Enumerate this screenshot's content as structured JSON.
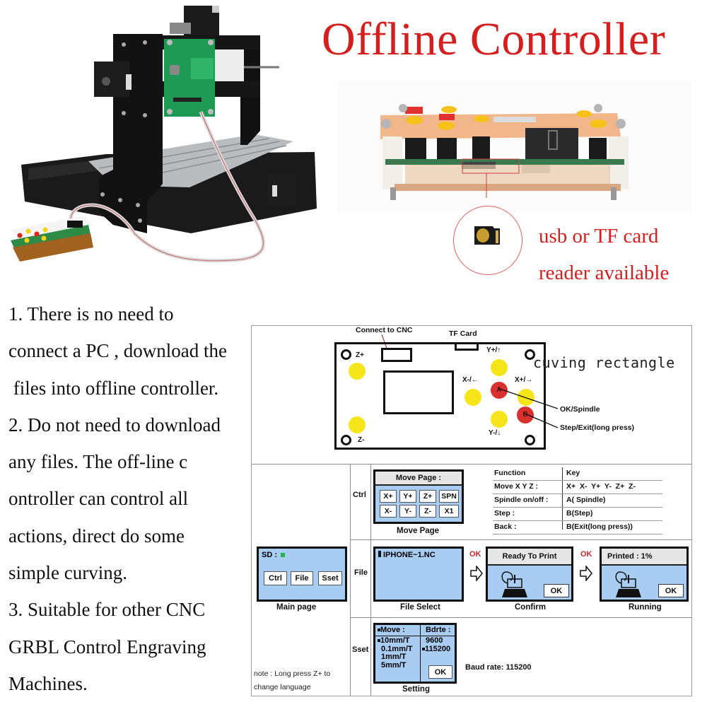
{
  "header": {
    "title": "Offline Controller"
  },
  "photos": {
    "cnc_machine": "cnc-engraving-machine-photo",
    "controller": "offline-controller-side-photo",
    "tf_card": "micro-sd-card"
  },
  "tf_callout": {
    "line1": "usb or TF card",
    "line2": "reader available"
  },
  "features": {
    "lines": [
      "1. There is no need to",
      "connect a PC , download the",
      " files into offline controller.",
      "2. Do not need to download",
      "any files. The off-line c",
      "ontroller can control all",
      "actions, direct do some",
      "simple curving.",
      "3. Suitable for other CNC",
      "GRBL Control Engraving",
      "Machines."
    ]
  },
  "board": {
    "connect_label": "Connect to CNC",
    "tf_label": "TF Card",
    "overlay_text": "cuving rectangle",
    "buttons": {
      "z_plus": "Z+",
      "z_minus": "Z-",
      "y_plus": "Y+/↑",
      "y_minus": "Y-/↓",
      "x_minus": "X-/←",
      "x_plus": "X+/→",
      "a": "A",
      "b": "B"
    },
    "annotations": {
      "a": "OK/Spindle",
      "b": "Step/Exit(long press)"
    },
    "colors": {
      "direction_button": "#f5e51a",
      "action_button": "#d93030"
    }
  },
  "flow": {
    "main_page": {
      "sd_label": "SD :",
      "buttons": [
        "Ctrl",
        "File",
        "Sset"
      ],
      "caption": "Main page"
    },
    "ctrl": {
      "row_label": "Ctrl",
      "header": "Move Page :",
      "keys_row1": [
        "X+",
        "Y+",
        "Z+",
        "SPN"
      ],
      "keys_row2": [
        "X-",
        "Y-",
        "Z-",
        "X1"
      ],
      "caption": "Move Page"
    },
    "function_table": {
      "headers": [
        "Function",
        "Key"
      ],
      "rows": [
        [
          "Move X Y Z :",
          "X+  X-  Y+  Y-  Z+  Z-"
        ],
        [
          "Spindle on/off :",
          "A( Spindle)"
        ],
        [
          "Step :",
          "B(Step)"
        ],
        [
          "Back :",
          "B(Exit(long press))"
        ]
      ]
    },
    "file": {
      "row_label": "File",
      "file_name": "IPHONE~1.NC",
      "caption": "File Select",
      "ok_label_1": "OK",
      "confirm": {
        "header": "Ready To Print",
        "button": "OK",
        "caption": "Confirm"
      },
      "ok_label_2": "OK",
      "running": {
        "header": "Printed : 1%",
        "progress_percent": 1,
        "button": "OK",
        "caption": "Running"
      }
    },
    "sset": {
      "row_label": "Sset",
      "move_header": "Move :",
      "baud_header": "Bdrte :",
      "move_options": [
        "10mm/T",
        "0.1mm/T",
        "1mm/T",
        "5mm/T"
      ],
      "move_selected": "10mm/T",
      "baud_options": [
        "9600",
        "115200"
      ],
      "baud_selected": "115200",
      "button": "OK",
      "caption": "Setting",
      "baud_note": "Baud rate: 115200"
    },
    "note": {
      "line1": "note : Long press Z+ to",
      "line2": "change language"
    }
  }
}
